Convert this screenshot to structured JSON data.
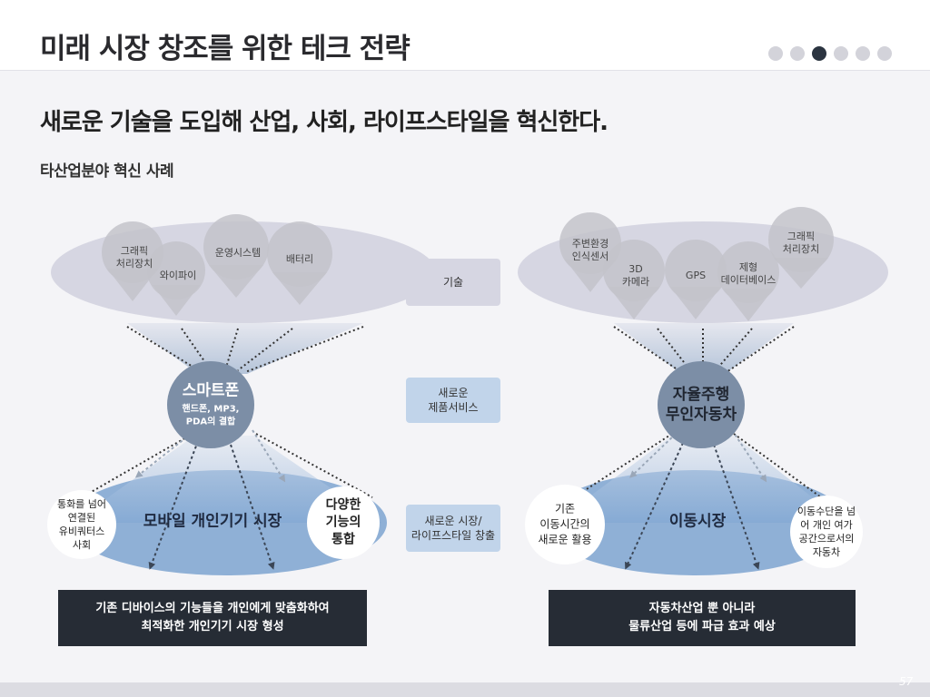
{
  "header": {
    "title": "미래 시장 창조를 위한 테크 전략",
    "page_indicator": {
      "count": 6,
      "active": 3
    }
  },
  "headline": "새로운 기술을 도입해 산업, 사회, 라이프스타일을 혁신한다.",
  "subhead": "타산업분야 혁신 사례",
  "center_tags": {
    "tech": "기술",
    "service": [
      "새로운",
      "제품서비스"
    ],
    "market": [
      "새로운 시장/",
      "라이프스타일 창출"
    ]
  },
  "left": {
    "tech_pins": [
      {
        "label": [
          "그래픽",
          "처리장치"
        ]
      },
      {
        "label": [
          "와이파이"
        ]
      },
      {
        "label": [
          "운영시스템"
        ]
      },
      {
        "label": [
          "배터리"
        ]
      }
    ],
    "hub": {
      "title": "스마트폰",
      "sub": [
        "핸드폰, MP3,",
        "PDA의 결합"
      ]
    },
    "market": "모바일 개인기기 시장",
    "side_left": [
      "통화를 넘어",
      "연결된",
      "유비쿼터스",
      "사회"
    ],
    "side_right": [
      "다양한",
      "기능의",
      "통합"
    ],
    "summary": [
      "기존 디바이스의 기능들을 개인에게 맞춤화하여",
      "최적화한 개인기기 시장 형성"
    ]
  },
  "right": {
    "tech_pins": [
      {
        "label": [
          "주변환경",
          "인식센서"
        ]
      },
      {
        "label": [
          "3D",
          "카메라"
        ]
      },
      {
        "label": [
          "GPS"
        ]
      },
      {
        "label": [
          "제형",
          "데이터베이스"
        ]
      },
      {
        "label": [
          "그래픽",
          "처리장치"
        ]
      }
    ],
    "hub": {
      "title": [
        "자율주행",
        "무인자동차"
      ]
    },
    "market": "이동시장",
    "side_left": [
      "기존",
      "이동시간의",
      "새로운 활용"
    ],
    "side_right": [
      "이동수단을 넘",
      "어 개인 여가",
      "공간으로서의",
      "자동차"
    ],
    "summary": [
      "자동차산업 뿐 아니라",
      "물류산업 등에 파급 효과 예상"
    ]
  },
  "page_number": "57",
  "colors": {
    "header_dot_active": "#2b3440",
    "hub_fill": "#7c8ea6",
    "market_blue": "#8fb0d6",
    "tech_ellipse": "#d6d6e2",
    "summary_bg": "#262c35"
  }
}
